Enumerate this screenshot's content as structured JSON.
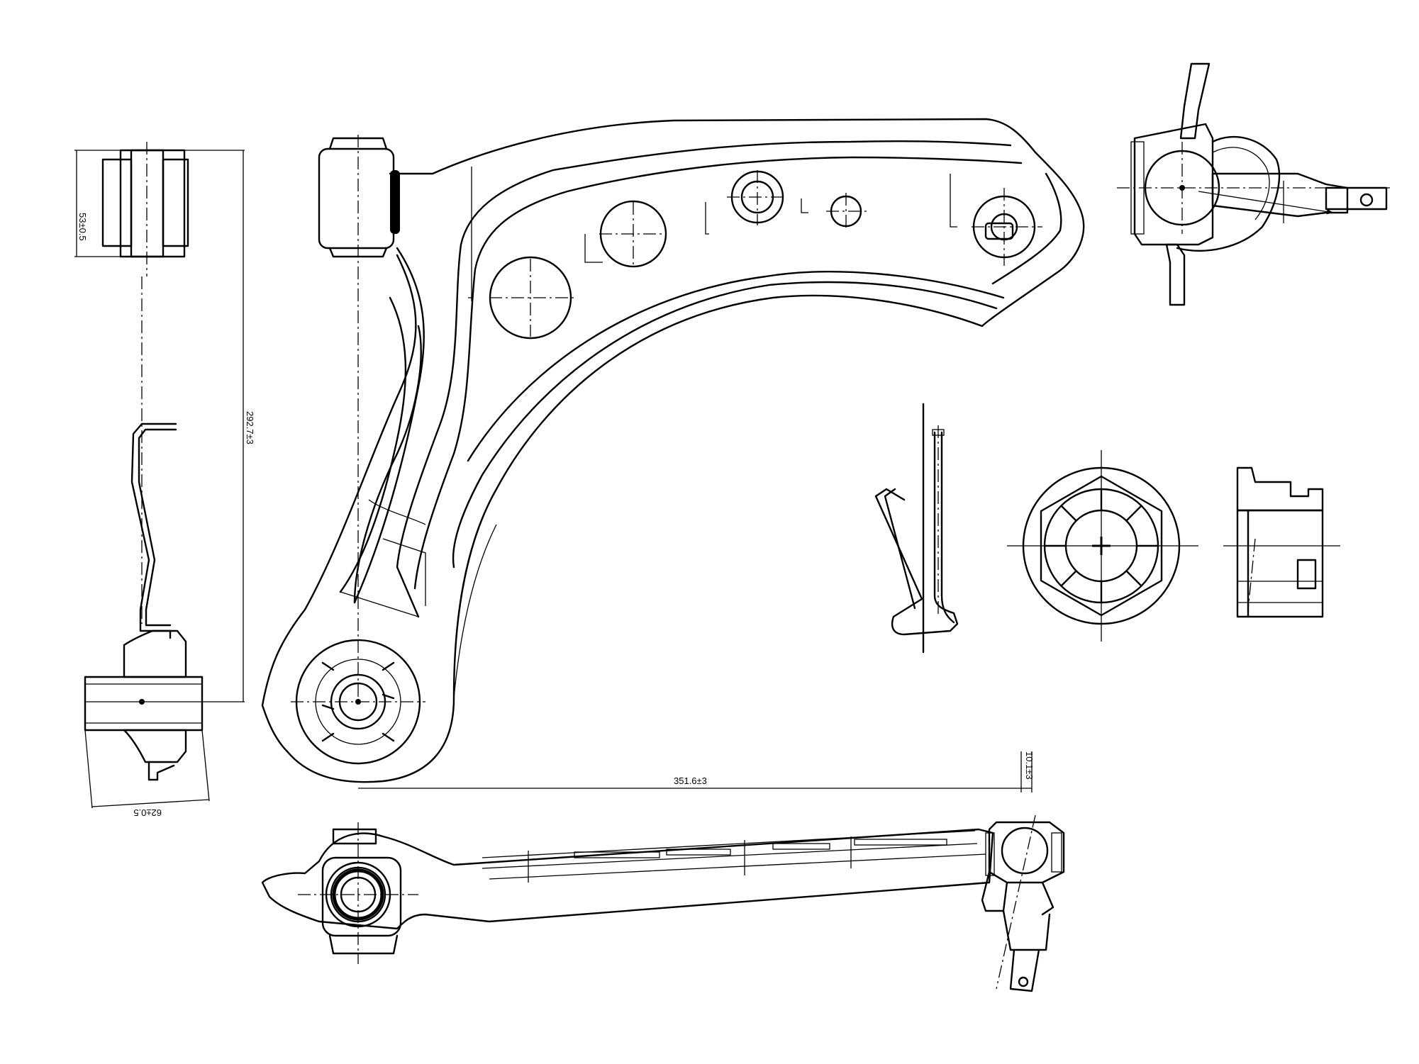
{
  "dimensions": {
    "bushing_width": "53±0.5",
    "arm_height": "292.7±3",
    "bushing_length": "62±0.5",
    "arm_length": "351.6±3",
    "ball_joint_offset": "10.1±3"
  },
  "colors": {
    "line": "#000000",
    "background": "#ffffff"
  }
}
